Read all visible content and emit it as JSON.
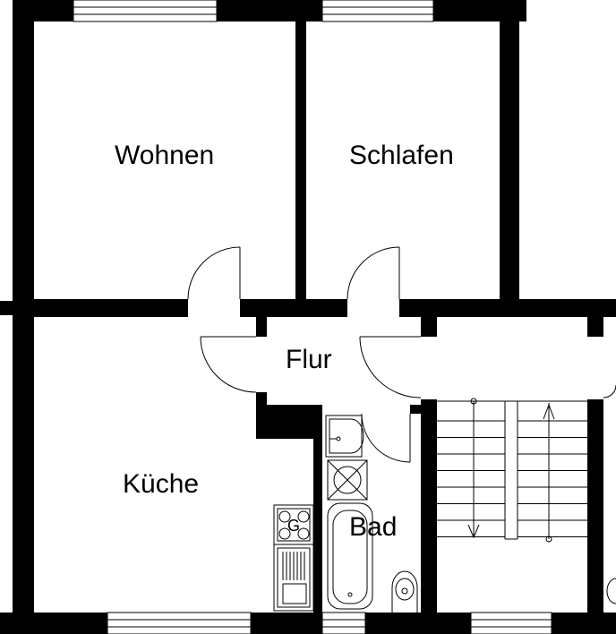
{
  "rooms": {
    "wohnen": "Wohnen",
    "schlafen": "Schlafen",
    "flur": "Flur",
    "kueche": "Küche",
    "bad": "Bad"
  },
  "stove_label": "G",
  "colors": {
    "wall": "#000000",
    "background": "#ffffff",
    "line": "#000000"
  }
}
